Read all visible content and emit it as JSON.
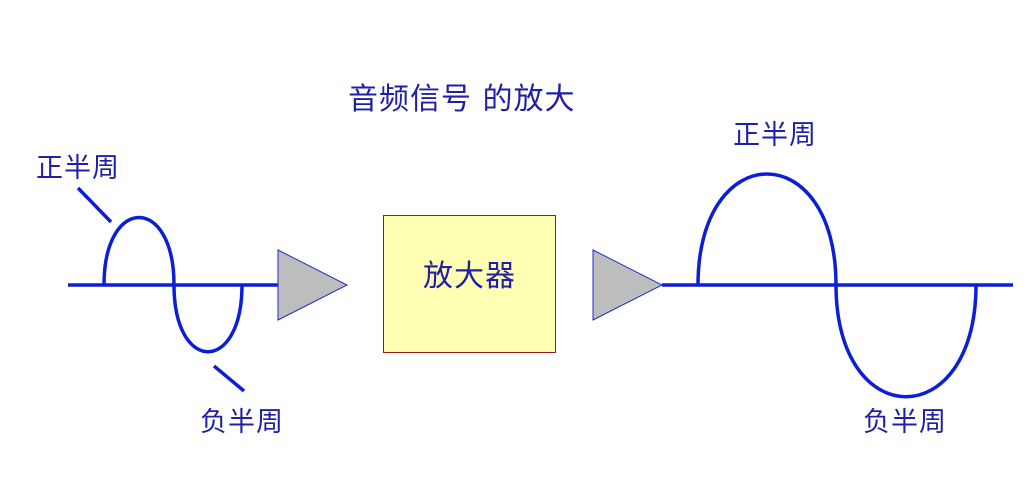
{
  "title": "音频信号 的放大",
  "input_signal": {
    "positive_half_label": "正半周",
    "negative_half_label": "负半周"
  },
  "amplifier": {
    "label": "放大器",
    "fill_color": "#ffffb3",
    "border_color": "#9b1a1a"
  },
  "output_signal": {
    "positive_half_label": "正半周",
    "negative_half_label": "负半周"
  },
  "colors": {
    "wave": "#0b1fd6",
    "text": "#1f1fa8",
    "arrow_fill": "#bdbdbd",
    "arrow_stroke": "#1f2fc8"
  }
}
